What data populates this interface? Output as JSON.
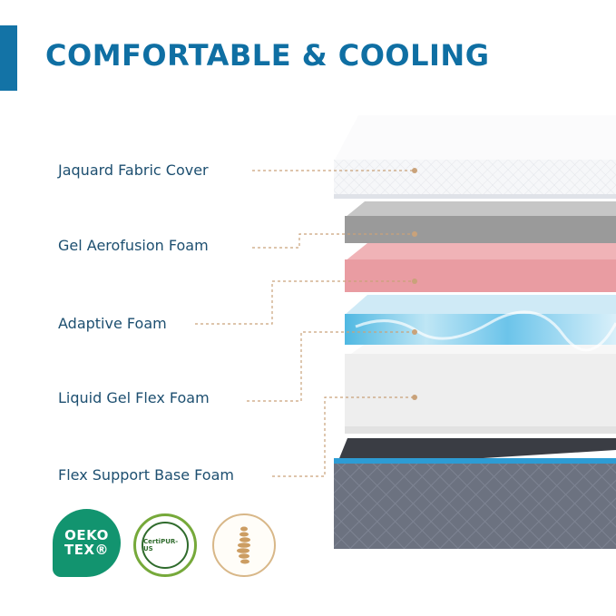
{
  "header": {
    "title": "COMFORTABLE & COOLING"
  },
  "layers": [
    {
      "label": "Jaquard Fabric Cover"
    },
    {
      "label": "Gel Aerofusion Foam"
    },
    {
      "label": "Adaptive Foam"
    },
    {
      "label": "Liquid Gel Flex Foam"
    },
    {
      "label": "Flex Support Base Foam"
    }
  ],
  "certifications": {
    "oeko_tex": {
      "line1": "OEKO",
      "line2": "TEX®"
    },
    "certipur": {
      "text": "CertiPUR-US"
    },
    "ica_icon": "spine-seal-icon"
  },
  "colors": {
    "accent": "#1373a6",
    "title": "#0f6fa3",
    "label_text": "#1d4f70",
    "leader_line": "#c9a27a",
    "cover": "#f4f5f8",
    "gel_aerofusion": "#8f8f8f",
    "adaptive": "#eaa1a6",
    "liquid_gel": "#7cc8e6",
    "flex_foam": "#f2f2f2",
    "base": "#6a6f7d",
    "base_trim": "#2d9cd4"
  }
}
